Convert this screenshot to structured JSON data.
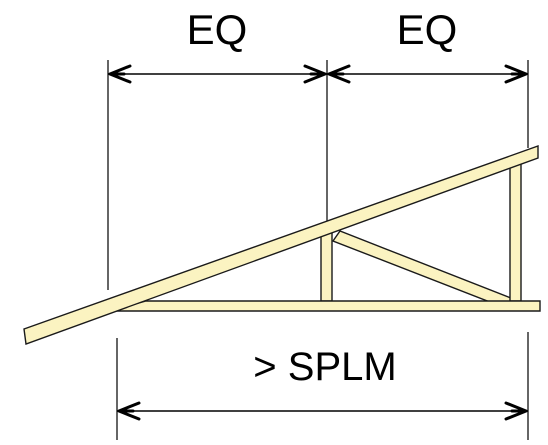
{
  "labels": {
    "dim_left": "EQ",
    "dim_right": "EQ",
    "dim_bottom": "> SPLM"
  },
  "colors": {
    "timber_fill": "#fbf3c1",
    "timber_stroke": "#1a1a1a",
    "dimension_line": "#000000",
    "background": "#ffffff"
  }
}
